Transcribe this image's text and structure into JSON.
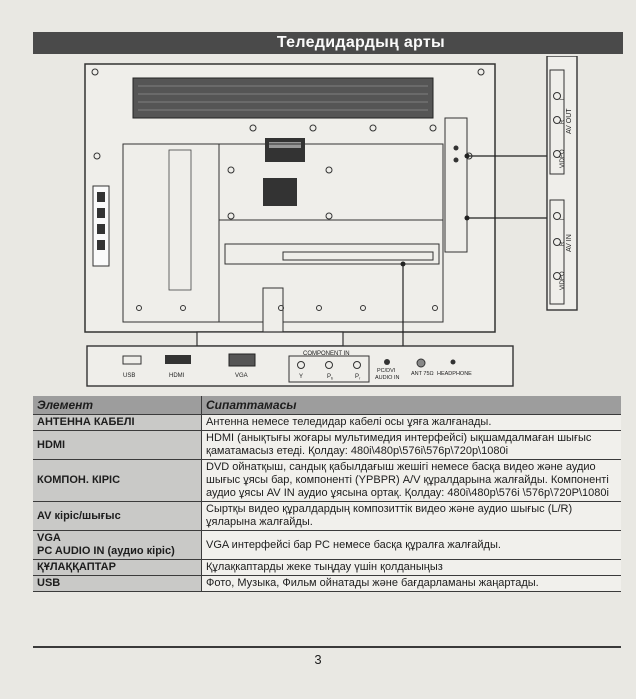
{
  "title": "Теледидардың арты",
  "panel": {
    "usb": "USB",
    "hdmi": "HDMI",
    "vga": "VGA",
    "component_in": "COMPONENT IN",
    "y": "Y",
    "pb": "P",
    "pr": "P",
    "pb_sub": "b",
    "pr_sub": "r",
    "pc_dvi": "PC/DVI",
    "audio_in": "AUDIO IN",
    "ant": "ANT 75Ω",
    "headphone": "HEADPHONE"
  },
  "side_jacks": {
    "av_out": "AV OUT",
    "av_in": "AV IN",
    "l": "L",
    "r": "R",
    "video": "VIDEO"
  },
  "table": {
    "col_element": "Элемент",
    "col_desc": "Сипаттамасы",
    "rows": [
      {
        "el": "АНТЕННА КАБЕЛІ",
        "el2": "",
        "desc": "Антенна немесе теледидар кабелі осы ұяға жалғанады."
      },
      {
        "el": "HDMI",
        "el2": "",
        "desc": "HDMI (анықтығы жоғары мультимедия интерфейсі) ықшамдалмаған шығыс қаматамасыз етеді. Қолдау: 480i\\480p\\576i\\576p\\720p\\1080i"
      },
      {
        "el": "КОМПОН. КІРІС",
        "el2": "",
        "desc": "DVD ойнатқыш, сандық қабылдағыш жешігі немесе басқа видео және аудио шығыс ұясы бар, компоненті (YPBPR) A/V құралдарына жалғайды. Компоненті аудио ұясы AV IN аудио ұясына ортақ. Қолдау: 480i\\480p\\576i \\576p\\720P\\1080i"
      },
      {
        "el": "AV кіріс/шығыс",
        "el2": "",
        "desc": "Сыртқы видео құралдардың композиттік видео және аудио шығыс (L/R) ұяларына жалғайды."
      },
      {
        "el": "VGA",
        "el2": "PC AUDIO IN (аудио кіріс)",
        "desc": "VGA интерфейсі бар PC немесе басқа құралға жалғайды."
      },
      {
        "el": "ҚҰЛАҚҚАПТАР",
        "el2": "",
        "desc": "Құлақкаптарды жеке тыңдау үшін қолданыңыз"
      },
      {
        "el": "USB",
        "el2": "",
        "desc": "Фото, Музыка, Фильм ойнатады және бағдарламаны жаңартады."
      }
    ]
  },
  "page_number": "3"
}
